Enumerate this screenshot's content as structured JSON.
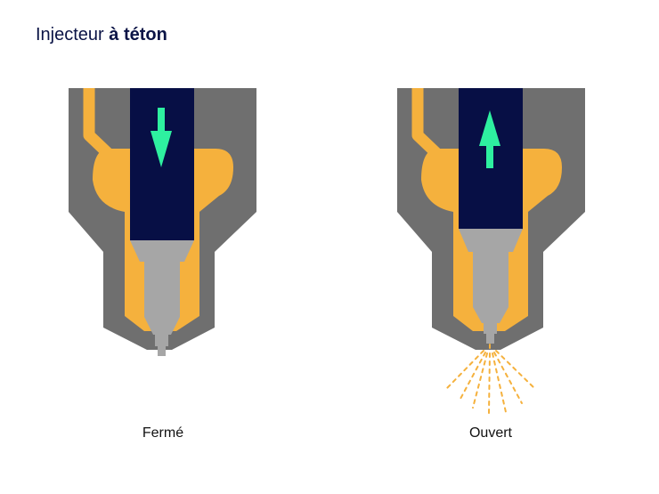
{
  "title": {
    "regular": "Injecteur ",
    "bold": "à téton"
  },
  "states": [
    {
      "label": "Fermé",
      "arrow": "down-arrow-icon",
      "spray": false
    },
    {
      "label": "Ouvert",
      "arrow": "up-arrow-icon",
      "spray": true
    }
  ],
  "colors": {
    "body": "#6f6f6f",
    "fuel": "#f5b13d",
    "needle": "#070f45",
    "tip": "#a6a6a6",
    "arrow": "#2ef0a0",
    "spray": "#f5b13d"
  }
}
